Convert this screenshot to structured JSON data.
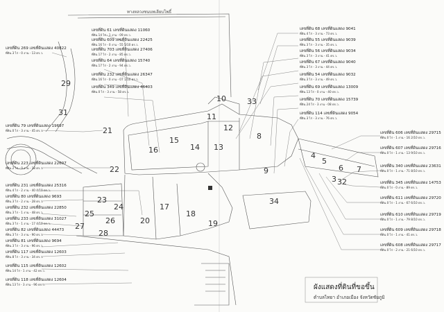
{
  "road_label": "ทางหลวงชนบทเลียบโพธิ์",
  "title": "ผังแสดงที่ดินที่ขอขึ้น",
  "subtitle": "ตำบลไทยา อำเภอเมือง จังหวัดชัยภูมิ",
  "parcels_left": [
    {
      "title": "เลขที่ดิน 269  เลขที่ดินแสดง 40822",
      "sub": "ที่ดิน 3 ไร่ - 0 งาน - 13 ตร.ว."
    },
    {
      "title": "เลขที่ดิน 61  เลขที่ดินแสดง 11060",
      "sub": "ที่ดิน 14 ไร่ - 1 งาน - 09 ตร.ว."
    },
    {
      "title": "เลขที่ดิน 609  เลขที่ดินแสดง 22425",
      "sub": "ที่ดิน 16 ไร่ - 0 งาน - 55 5/10 ตร.ว."
    },
    {
      "title": "เลขที่ดิน 703  เลขที่ดินแสดง 27406",
      "sub": "ที่ดิน 17 ไร่ - 2 งาน - 85 ตร.ว."
    },
    {
      "title": "เลขที่ดิน 64  เลขที่ดินแสดง 15740",
      "sub": "ที่ดิน 17 ไร่ - 2 งาน - 94 ตร.ว."
    },
    {
      "title": "เลขที่ดิน 232  เลขที่ดินแสดง 26347",
      "sub": "ที่ดิน 16 ไร่ - 0 งาน - 07 1/10 ตร.ว."
    },
    {
      "title": "เลขที่ดิน 349  เลขที่ดินแสดง 46403",
      "sub": "ที่ดิน 0 ไร่ - 3 งาน - 58 ตร.ว."
    },
    {
      "title": "เลขที่ดิน 79  เลขที่ดินแสดง 19697",
      "sub": "ที่ดิน 0 ไร่ - 3 งาน - 45 ตร.ว."
    },
    {
      "title": "เลขที่ดิน 223  เลขที่ดินแสดง 22607",
      "sub": "ที่ดิน 2 ไร่ - 0 งาน - 18 ตร.ว."
    },
    {
      "title": "เลขที่ดิน 231  เลขที่ดินแสดง 25316",
      "sub": "ที่ดิน 4 ไร่ - 2 งาน - 40 4/10 ตร.ว."
    },
    {
      "title": "เลขที่ดิน 80  เลขที่ดินแสดง 9693",
      "sub": "ที่ดิน 3 ไร่ - 2 งาน - 28 ตร.ว."
    },
    {
      "title": "เลขที่ดิน 232  เลขที่ดินแสดง 22850",
      "sub": "ที่ดิน 3 ไร่ - 1 งาน - 48 ตร.ว."
    },
    {
      "title": "เลขที่ดิน 233  เลขที่ดินแสดง 31027",
      "sub": "ที่ดิน 3 ไร่ - 1 งาน - 17 4/10 ตร.ว."
    },
    {
      "title": "เลขที่ดิน 82  เลขที่ดินแสดง 44473",
      "sub": "ที่ดิน 3 ไร่ - 3 งาน - 90 ตร.ว."
    },
    {
      "title": "เลขที่ดิน 81  เลขที่ดินแสดง 9694",
      "sub": "ที่ดิน 3 ไร่ - 3 งาน - 96 ตร.ว."
    },
    {
      "title": "เลขที่ดิน 117  เลขที่ดินแสดง 12603",
      "sub": "ที่ดิน 8 ไร่ - 3 งาน - 34 ตร.ว."
    },
    {
      "title": "เลขที่ดิน 115  เลขที่ดินแสดง 12602",
      "sub": "ที่ดิน 14 ไร่ - 1 งาน - 42 ตร.ว."
    },
    {
      "title": "เลขที่ดิน 118  เลขที่ดินแสดง 12604",
      "sub": "ที่ดิน 13 ไร่ - 3 งาน - 96 ตร.ว."
    }
  ],
  "parcels_right_top": [
    {
      "title": "เลขที่ดิน 68  เลขที่ดินแสดง 9041",
      "sub": "ที่ดิน 4 ไร่ - 3 งาน - 73 ตร.ว."
    },
    {
      "title": "เลขที่ดิน 55  เลขที่ดินแสดง 9039",
      "sub": "ที่ดิน 3 ไร่ - 3 งาน - 35 ตร.ว."
    },
    {
      "title": "เลขที่ดิน 56  เลขที่ดินแสดง 9034",
      "sub": "ที่ดิน 3 ไร่ - 3 งาน - 41 ตร.ว."
    },
    {
      "title": "เลขที่ดิน 67  เลขที่ดินแสดง 9040",
      "sub": "ที่ดิน 3 ไร่ - 3 งาน - 44 ตร.ว."
    },
    {
      "title": "เลขที่ดิน 54  เลขที่ดินแสดง 9032",
      "sub": "ที่ดิน 3 ไร่ - 3 งาน - 49 ตร.ว."
    },
    {
      "title": "เลขที่ดิน 69  เลขที่ดินแสดง 13009",
      "sub": "ที่ดิน 13 ไร่ - 0 งาน - 40 ตร.ว."
    },
    {
      "title": "เลขที่ดิน 70  เลขที่ดินแสดง 15739",
      "sub": "ที่ดิน 24 ไร่ - 3 งาน - 08 ตร.ว."
    },
    {
      "title": "เลขที่ดิน 114  เลขที่ดินแสดง 9054",
      "sub": "ที่ดิน 3 ไร่ - 3 งาน - 76 ตร.ว."
    }
  ],
  "parcels_right_bottom": [
    {
      "title": "เลขที่ดิน 606  เลขที่ดินแสดง 29715",
      "sub": "ที่ดิน 0 ไร่ - 1 งาน - 16 2/10 ตร.ว."
    },
    {
      "title": "เลขที่ดิน 607  เลขที่ดินแสดง 29716",
      "sub": "ที่ดิน 0 ไร่ - 1 งาน - 13 9/10 ตร.ว."
    },
    {
      "title": "เลขที่ดิน 340  เลขที่ดินแสดง 23631",
      "sub": "ที่ดิน 0 ไร่ - 1 งาน - 71 8/10 ตร.ว."
    },
    {
      "title": "เลขที่ดิน 345  เลขที่ดินแสดง 14753",
      "sub": "ที่ดิน 0 ไร่ - 0 งาน - 89 ตร.ว."
    },
    {
      "title": "เลขที่ดิน 611  เลขที่ดินแสดง 29720",
      "sub": "ที่ดิน 0 ไร่ - 1 งาน - 67 6/10 ตร.ว."
    },
    {
      "title": "เลขที่ดิน 610  เลขที่ดินแสดง 29719",
      "sub": "ที่ดิน 0 ไร่ - 1 งาน - 79 8/10 ตร.ว."
    },
    {
      "title": "เลขที่ดิน 609  เลขที่ดินแสดง 29718",
      "sub": "ที่ดิน 0 ไร่ - 1 งาน - 41 ตร.ว."
    },
    {
      "title": "เลขที่ดิน 608  เลขที่ดินแสดง 29717",
      "sub": "ที่ดิน 0 ไร่ - 2 งาน - 21 6/10 ตร.ว."
    }
  ],
  "plot_numbers": [
    "29",
    "31",
    "21",
    "22",
    "16",
    "15",
    "14",
    "13",
    "12",
    "11",
    "10",
    "33",
    "8",
    "9",
    "34",
    "4",
    "5",
    "6",
    "7",
    "3",
    "32",
    "20",
    "17",
    "18",
    "19",
    "24",
    "23",
    "25",
    "26",
    "27",
    "28"
  ],
  "colors": {
    "line": "#555555",
    "paper": "#fbfbf9"
  }
}
